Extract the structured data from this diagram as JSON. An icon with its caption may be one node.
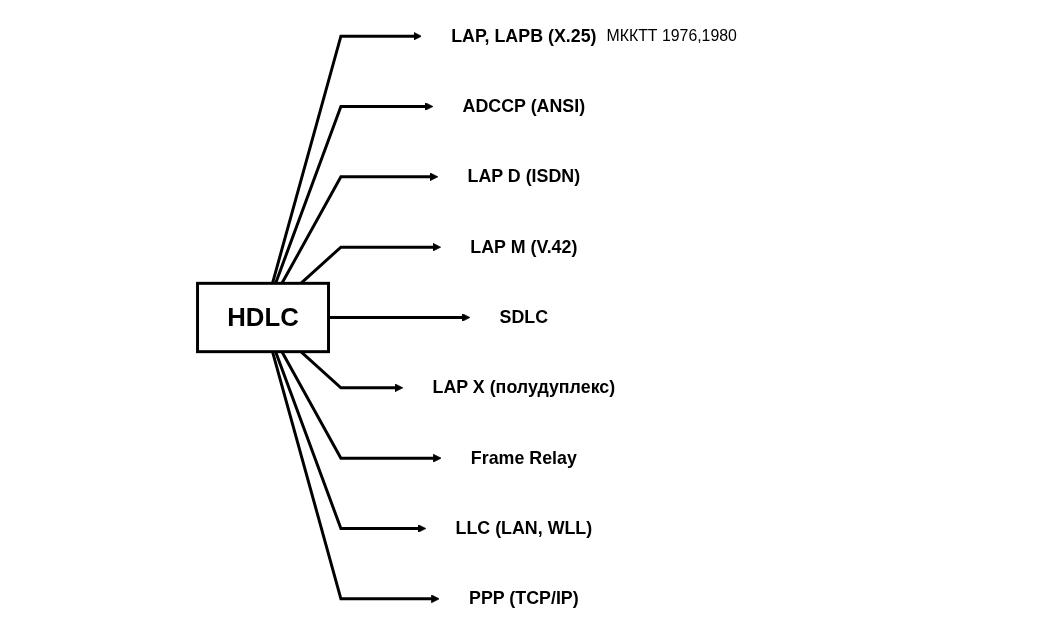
{
  "diagram": {
    "nodes": [
      {
        "text": [
          "HDLC"
        ]
      },
      {
        "text": [
          "LAP, LAPB (X.25)"
        ],
        "beside": [
          "МККТТ 1976,1980"
        ]
      },
      {
        "text": [
          "ADCCP (ANSI)"
        ]
      },
      {
        "text": [
          "LAP D (ISDN)"
        ]
      },
      {
        "text": [
          "LAP M (V.42)"
        ]
      },
      {
        "text": [
          "SDLC"
        ]
      },
      {
        "text": [
          "LAP X (полудуплекс)"
        ]
      },
      {
        "text": [
          "Frame Relay"
        ]
      },
      {
        "text": [
          "LLC (LAN, WLL)"
        ]
      },
      {
        "text": [
          "PPP (TCP/IP)"
        ]
      }
    ],
    "edges": [
      {
        "from": 0,
        "to": 1,
        "arrow": "to"
      },
      {
        "from": 0,
        "to": 2,
        "arrow": "to"
      },
      {
        "from": 0,
        "to": 3,
        "arrow": "to"
      },
      {
        "from": 0,
        "to": 4,
        "arrow": "to"
      },
      {
        "from": 0,
        "to": 5,
        "arrow": "to"
      },
      {
        "from": 0,
        "to": 6,
        "arrow": "to"
      },
      {
        "from": 0,
        "to": 7,
        "arrow": "to"
      },
      {
        "from": 0,
        "to": 8,
        "arrow": "to"
      },
      {
        "from": 0,
        "to": 9,
        "arrow": "to"
      }
    ]
  }
}
